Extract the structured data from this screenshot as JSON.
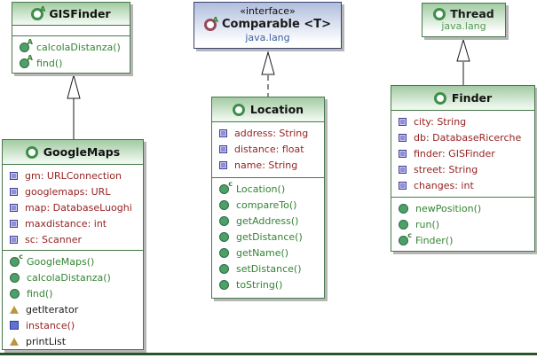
{
  "diagram": {
    "colors": {
      "class_border_green": "#47794b",
      "interface_border_navy": "#3a4272",
      "field_text": "#962222",
      "method_text": "#348434",
      "package_text_green": "#4f9b4f",
      "package_text_blue": "#3b5f9e",
      "shadow_gray": "#b6b6b6"
    },
    "classes": [
      {
        "name": "GISFinder",
        "kind": "abstract class",
        "header_icon": "abstract-class-icon",
        "methods": [
          {
            "label": "calcolaDistanza()",
            "icon": "abstract-method-icon"
          },
          {
            "label": "find()",
            "icon": "abstract-method-icon"
          }
        ]
      },
      {
        "name": "Comparable <T>",
        "stereotype": "«interface»",
        "package": "java.lang",
        "kind": "interface",
        "header_icon": "interface-icon"
      },
      {
        "name": "Thread",
        "package": "java.lang",
        "kind": "class",
        "header_icon": "class-icon"
      },
      {
        "name": "GoogleMaps",
        "kind": "class",
        "header_icon": "class-icon",
        "fields": [
          {
            "label": "gm: URLConnection",
            "icon": "field-icon"
          },
          {
            "label": "googlemaps: URL",
            "icon": "field-icon"
          },
          {
            "label": "map: DatabaseLuoghi",
            "icon": "field-icon"
          },
          {
            "label": "maxdistance: int",
            "icon": "field-icon"
          },
          {
            "label": "sc: Scanner",
            "icon": "field-icon"
          }
        ],
        "methods": [
          {
            "label": "GoogleMaps()",
            "icon": "constructor-icon"
          },
          {
            "label": "calcolaDistanza()",
            "icon": "public-method-icon"
          },
          {
            "label": "find()",
            "icon": "public-method-icon"
          },
          {
            "label": "getIterator",
            "icon": "tan-triangle-member-icon"
          },
          {
            "label": "instance()",
            "icon": "blue-square-member-icon"
          },
          {
            "label": "printList",
            "icon": "tan-triangle-member-icon"
          }
        ]
      },
      {
        "name": "Location",
        "kind": "class",
        "header_icon": "class-icon",
        "fields": [
          {
            "label": "address: String",
            "icon": "field-icon"
          },
          {
            "label": "distance: float",
            "icon": "field-icon"
          },
          {
            "label": "name: String",
            "icon": "field-icon"
          }
        ],
        "methods": [
          {
            "label": "Location()",
            "icon": "constructor-icon"
          },
          {
            "label": "compareTo()",
            "icon": "public-method-icon"
          },
          {
            "label": "getAddress()",
            "icon": "public-method-icon"
          },
          {
            "label": "getDistance()",
            "icon": "public-method-icon"
          },
          {
            "label": "getName()",
            "icon": "public-method-icon"
          },
          {
            "label": "setDistance()",
            "icon": "public-method-icon"
          },
          {
            "label": "toString()",
            "icon": "public-method-icon"
          }
        ]
      },
      {
        "name": "Finder",
        "kind": "class",
        "header_icon": "class-icon",
        "fields": [
          {
            "label": "city: String",
            "icon": "field-icon"
          },
          {
            "label": "db: DatabaseRicerche",
            "icon": "field-icon"
          },
          {
            "label": "finder: GISFinder",
            "icon": "field-icon"
          },
          {
            "label": "street: String",
            "icon": "field-icon"
          },
          {
            "label": "changes: int",
            "icon": "field-icon"
          }
        ],
        "methods": [
          {
            "label": "newPosition()",
            "icon": "public-method-icon"
          },
          {
            "label": "run()",
            "icon": "public-method-icon"
          },
          {
            "label": "Finder()",
            "icon": "constructor-icon"
          }
        ]
      }
    ],
    "relationships": [
      {
        "from": "GoogleMaps",
        "to": "GISFinder",
        "type": "generalization"
      },
      {
        "from": "Location",
        "to": "Comparable",
        "type": "realization"
      },
      {
        "from": "Finder",
        "to": "Thread",
        "type": "generalization"
      }
    ]
  }
}
